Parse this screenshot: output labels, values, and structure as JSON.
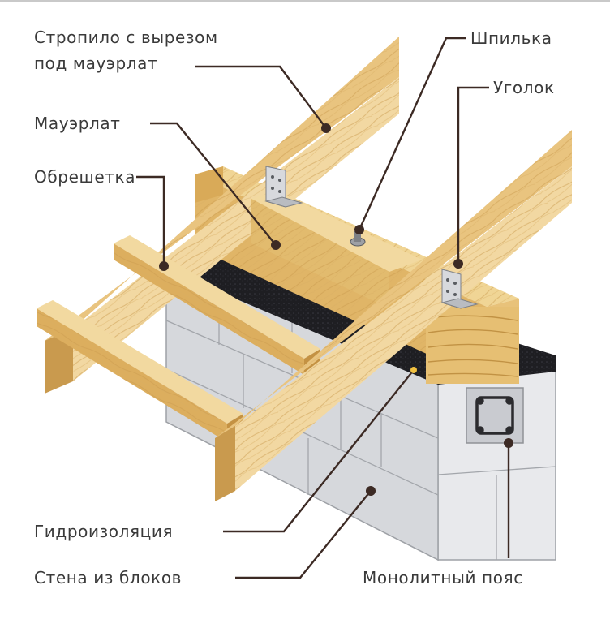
{
  "labels": {
    "rafter_line1": "Стропило с вырезом",
    "rafter_line2": "под мауэрлат",
    "stud": "Шпилька",
    "corner": "Уголок",
    "mauerlat": "Мауэрлат",
    "lathing": "Обрешетка",
    "waterproofing": "Гидроизоляция",
    "block_wall": "Стена из блоков",
    "monolithic_belt": "Монолитный пояс"
  },
  "colors": {
    "wood_light": "#f2d9a0",
    "wood_mid": "#e2bb6e",
    "wood_dark": "#b98839",
    "wood_grain": "#c99a4e",
    "block_top": "#f3f3f5",
    "block_side": "#e3e4e7",
    "block_front": "#d1d3d7",
    "joint": "#9ea1a6",
    "membrane": "#1e1e22",
    "leader": "#3c2a24",
    "text": "#3a3a3a"
  }
}
